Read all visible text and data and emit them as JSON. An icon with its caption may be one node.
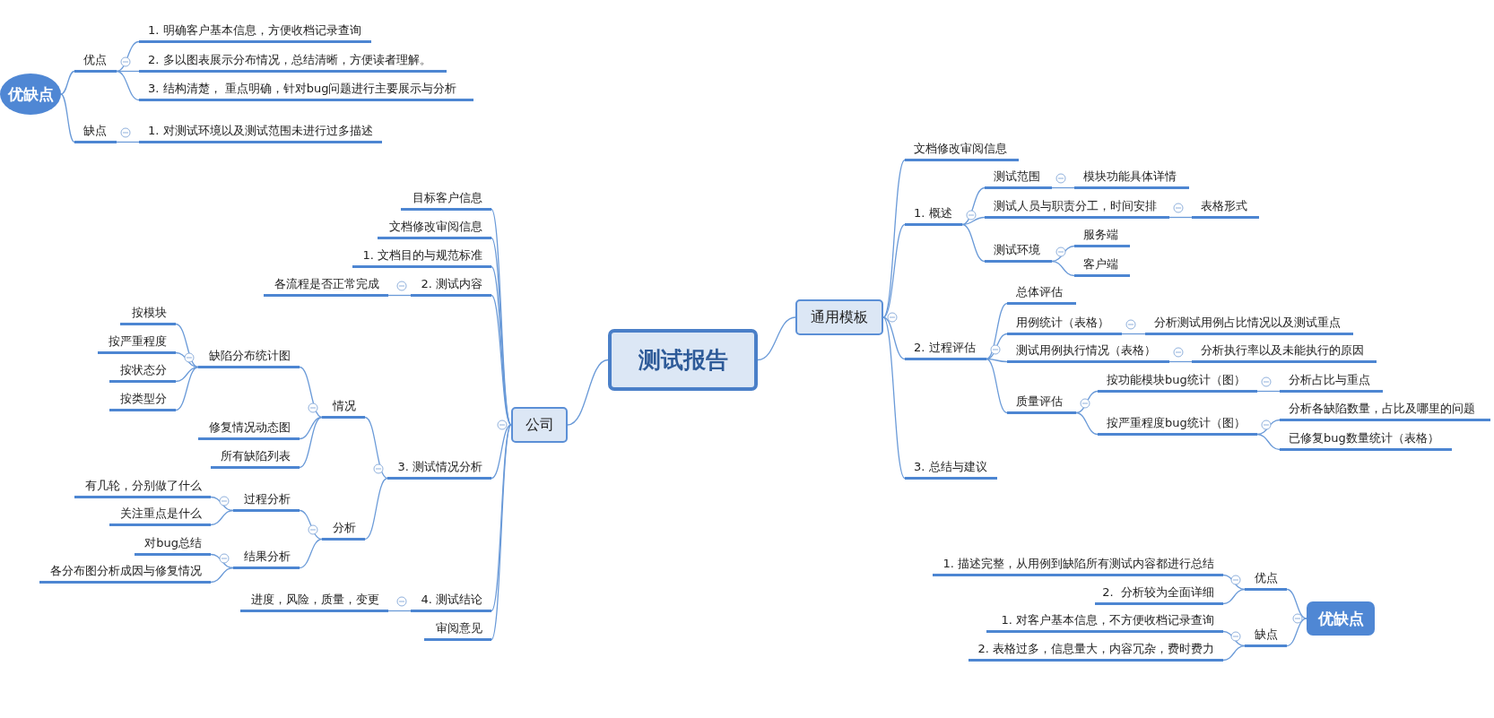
{
  "diagram": {
    "nodes": [
      {
        "text": [
          "优缺点"
        ]
      },
      {
        "text": [
          "优点"
        ]
      },
      {
        "text": [
          "1. 明确客户基本信息，方便收档记录查询"
        ]
      },
      {
        "text": [
          "2. 多以图表展示分布情况，总结清晰，方便读者理解。"
        ]
      },
      {
        "text": [
          "3. 结构清楚， 重点明确，针对bug问题进行主要展示与分析"
        ]
      },
      {
        "text": [
          "缺点"
        ]
      },
      {
        "text": [
          "1. 对测试环境以及测试范围未进行过多描述"
        ]
      },
      {
        "text": [
          "测试报告"
        ]
      },
      {
        "text": [
          "公司"
        ]
      },
      {
        "text": [
          "目标客户信息"
        ]
      },
      {
        "text": [
          "文档修改审阅信息"
        ]
      },
      {
        "text": [
          "1. 文档目的与规范标准"
        ]
      },
      {
        "text": [
          "2. 测试内容"
        ]
      },
      {
        "text": [
          "各流程是否正常完成"
        ]
      },
      {
        "text": [
          "3. 测试情况分析"
        ]
      },
      {
        "text": [
          "情况"
        ]
      },
      {
        "text": [
          "缺陷分布统计图"
        ]
      },
      {
        "text": [
          "按模块"
        ]
      },
      {
        "text": [
          "按严重程度"
        ]
      },
      {
        "text": [
          "按状态分"
        ]
      },
      {
        "text": [
          "按类型分"
        ]
      },
      {
        "text": [
          "修复情况动态图"
        ]
      },
      {
        "text": [
          "所有缺陷列表"
        ]
      },
      {
        "text": [
          "分析"
        ]
      },
      {
        "text": [
          "过程分析"
        ]
      },
      {
        "text": [
          "有几轮，分别做了什么"
        ]
      },
      {
        "text": [
          "关注重点是什么"
        ]
      },
      {
        "text": [
          "结果分析"
        ]
      },
      {
        "text": [
          "对bug总结"
        ]
      },
      {
        "text": [
          "各分布图分析成因与修复情况"
        ]
      },
      {
        "text": [
          "4. 测试结论"
        ]
      },
      {
        "text": [
          "进度，风险，质量，变更"
        ]
      },
      {
        "text": [
          "审阅意见"
        ]
      },
      {
        "text": [
          "通用模板"
        ]
      },
      {
        "text": [
          "文档修改审阅信息"
        ]
      },
      {
        "text": [
          "1. 概述"
        ]
      },
      {
        "text": [
          "测试范围"
        ]
      },
      {
        "text": [
          "模块功能具体详情"
        ]
      },
      {
        "text": [
          "测试人员与职责分工，时间安排"
        ]
      },
      {
        "text": [
          "表格形式"
        ]
      },
      {
        "text": [
          "测试环境"
        ]
      },
      {
        "text": [
          "服务端"
        ]
      },
      {
        "text": [
          "客户端"
        ]
      },
      {
        "text": [
          "2. 过程评估"
        ]
      },
      {
        "text": [
          "总体评估"
        ]
      },
      {
        "text": [
          "用例统计（表格）"
        ]
      },
      {
        "text": [
          "分析测试用例占比情况以及测试重点"
        ]
      },
      {
        "text": [
          "测试用例执行情况（表格）"
        ]
      },
      {
        "text": [
          "分析执行率以及未能执行的原因"
        ]
      },
      {
        "text": [
          "质量评估"
        ]
      },
      {
        "text": [
          "按功能模块bug统计（图）"
        ]
      },
      {
        "text": [
          "分析占比与重点"
        ]
      },
      {
        "text": [
          "按严重程度bug统计（图）"
        ]
      },
      {
        "text": [
          "分析各缺陷数量，占比及哪里的问题"
        ]
      },
      {
        "text": [
          "已修复bug数量统计（表格）"
        ]
      },
      {
        "text": [
          "3. 总结与建议"
        ]
      },
      {
        "text": [
          "优缺点"
        ]
      },
      {
        "text": [
          "优点"
        ]
      },
      {
        "text": [
          "1. 描述完整，从用例到缺陷所有测试内容都进行总结"
        ]
      },
      {
        "text": [
          "2.  分析较为全面详细"
        ]
      },
      {
        "text": [
          "缺点"
        ]
      },
      {
        "text": [
          "1. 对客户基本信息，不方便收档记录查询"
        ]
      },
      {
        "text": [
          "2. 表格过多，信息量大，内容冗杂，费时费力"
        ]
      }
    ],
    "edges": [
      {
        "from": 0,
        "to": 1,
        "arrow": "none"
      },
      {
        "from": 1,
        "to": 2,
        "arrow": "none"
      },
      {
        "from": 1,
        "to": 3,
        "arrow": "none"
      },
      {
        "from": 1,
        "to": 4,
        "arrow": "none"
      },
      {
        "from": 0,
        "to": 5,
        "arrow": "none"
      },
      {
        "from": 5,
        "to": 6,
        "arrow": "none"
      },
      {
        "from": 7,
        "to": 8,
        "arrow": "none"
      },
      {
        "from": 8,
        "to": 9,
        "arrow": "none"
      },
      {
        "from": 8,
        "to": 10,
        "arrow": "none"
      },
      {
        "from": 8,
        "to": 11,
        "arrow": "none"
      },
      {
        "from": 8,
        "to": 12,
        "arrow": "none"
      },
      {
        "from": 12,
        "to": 13,
        "arrow": "none"
      },
      {
        "from": 8,
        "to": 14,
        "arrow": "none"
      },
      {
        "from": 14,
        "to": 15,
        "arrow": "none"
      },
      {
        "from": 15,
        "to": 16,
        "arrow": "none"
      },
      {
        "from": 16,
        "to": 17,
        "arrow": "none"
      },
      {
        "from": 16,
        "to": 18,
        "arrow": "none"
      },
      {
        "from": 16,
        "to": 19,
        "arrow": "none"
      },
      {
        "from": 16,
        "to": 20,
        "arrow": "none"
      },
      {
        "from": 15,
        "to": 21,
        "arrow": "none"
      },
      {
        "from": 15,
        "to": 22,
        "arrow": "none"
      },
      {
        "from": 14,
        "to": 23,
        "arrow": "none"
      },
      {
        "from": 23,
        "to": 24,
        "arrow": "none"
      },
      {
        "from": 24,
        "to": 25,
        "arrow": "none"
      },
      {
        "from": 24,
        "to": 26,
        "arrow": "none"
      },
      {
        "from": 23,
        "to": 27,
        "arrow": "none"
      },
      {
        "from": 27,
        "to": 28,
        "arrow": "none"
      },
      {
        "from": 27,
        "to": 29,
        "arrow": "none"
      },
      {
        "from": 8,
        "to": 30,
        "arrow": "none"
      },
      {
        "from": 30,
        "to": 31,
        "arrow": "none"
      },
      {
        "from": 8,
        "to": 32,
        "arrow": "none"
      },
      {
        "from": 7,
        "to": 33,
        "arrow": "none"
      },
      {
        "from": 33,
        "to": 34,
        "arrow": "none"
      },
      {
        "from": 33,
        "to": 35,
        "arrow": "none"
      },
      {
        "from": 35,
        "to": 36,
        "arrow": "none"
      },
      {
        "from": 36,
        "to": 37,
        "arrow": "none"
      },
      {
        "from": 35,
        "to": 38,
        "arrow": "none"
      },
      {
        "from": 38,
        "to": 39,
        "arrow": "none"
      },
      {
        "from": 35,
        "to": 40,
        "arrow": "none"
      },
      {
        "from": 40,
        "to": 41,
        "arrow": "none"
      },
      {
        "from": 40,
        "to": 42,
        "arrow": "none"
      },
      {
        "from": 33,
        "to": 43,
        "arrow": "none"
      },
      {
        "from": 43,
        "to": 44,
        "arrow": "none"
      },
      {
        "from": 43,
        "to": 45,
        "arrow": "none"
      },
      {
        "from": 45,
        "to": 46,
        "arrow": "none"
      },
      {
        "from": 43,
        "to": 47,
        "arrow": "none"
      },
      {
        "from": 47,
        "to": 48,
        "arrow": "none"
      },
      {
        "from": 43,
        "to": 49,
        "arrow": "none"
      },
      {
        "from": 49,
        "to": 50,
        "arrow": "none"
      },
      {
        "from": 50,
        "to": 51,
        "arrow": "none"
      },
      {
        "from": 49,
        "to": 52,
        "arrow": "none"
      },
      {
        "from": 52,
        "to": 53,
        "arrow": "none"
      },
      {
        "from": 52,
        "to": 54,
        "arrow": "none"
      },
      {
        "from": 33,
        "to": 55,
        "arrow": "none"
      },
      {
        "from": 56,
        "to": 57,
        "arrow": "none"
      },
      {
        "from": 57,
        "to": 58,
        "arrow": "none"
      },
      {
        "from": 57,
        "to": 59,
        "arrow": "none"
      },
      {
        "from": 56,
        "to": 60,
        "arrow": "none"
      },
      {
        "from": 60,
        "to": 61,
        "arrow": "none"
      },
      {
        "from": 60,
        "to": 62,
        "arrow": "none"
      }
    ]
  }
}
